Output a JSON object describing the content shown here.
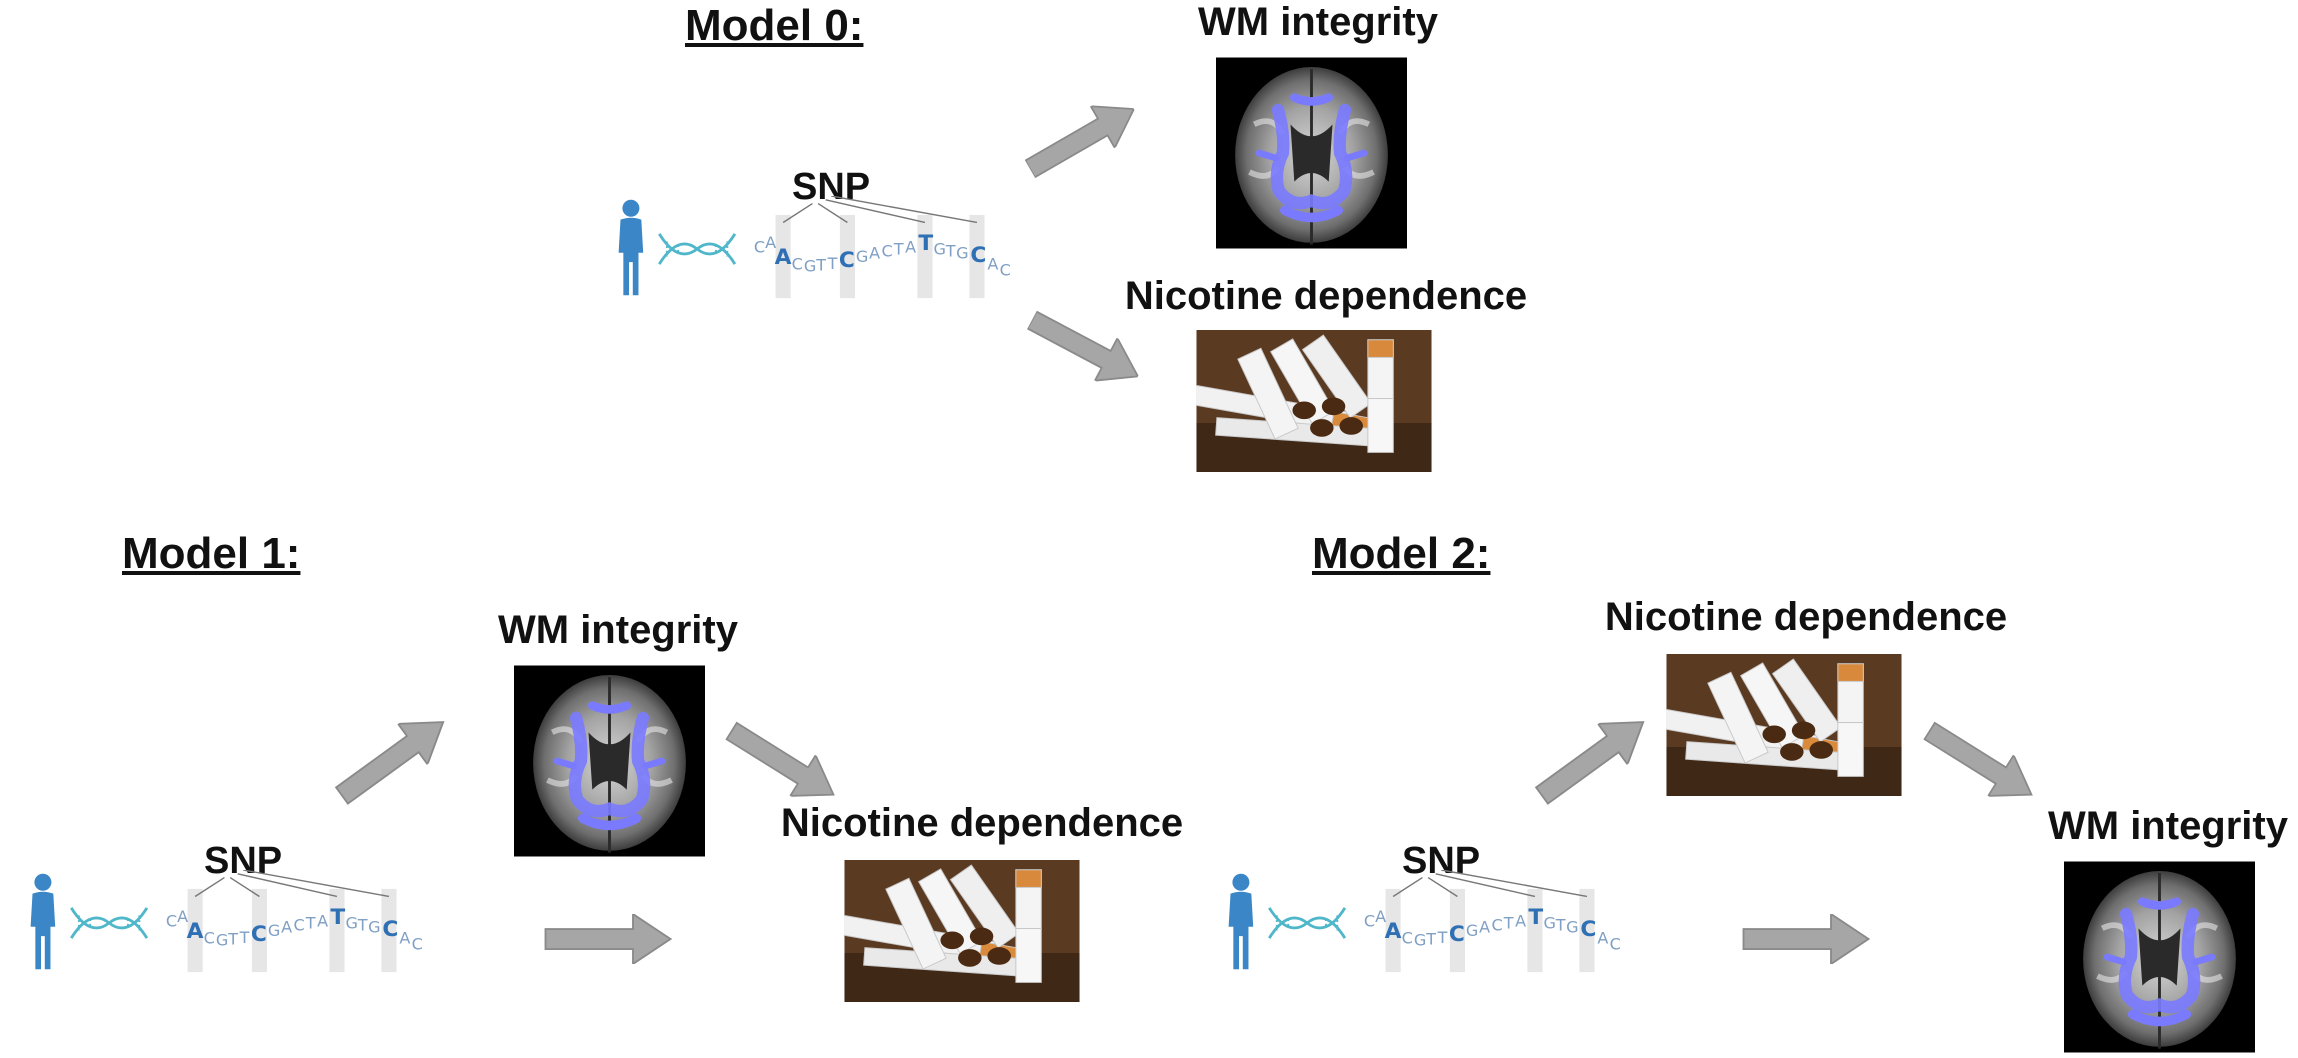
{
  "models": [
    {
      "title": "Model 0:",
      "snp_label": "SNP",
      "wm_label": "WM integrity",
      "nicotine_label": "Nicotine dependence"
    },
    {
      "title": "Model 1:",
      "snp_label": "SNP",
      "wm_label": "WM integrity",
      "nicotine_label": "Nicotine dependence"
    },
    {
      "title": "Model 2:",
      "snp_label": "SNP",
      "wm_label": "WM integrity",
      "nicotine_label": "Nicotine dependence"
    }
  ],
  "dna_sequence": [
    "C",
    "A",
    "A",
    "C",
    "G",
    "T",
    "T",
    "C",
    "G",
    "A",
    "C",
    "T",
    "A",
    "T",
    "G",
    "T",
    "G",
    "C",
    "A",
    "C"
  ],
  "highlighted_bases": [
    2,
    7,
    13,
    17
  ],
  "colors": {
    "arrow_fill": "#a6a6a6",
    "arrow_stroke": "#8a8a8a",
    "person": "#3b86c6",
    "dna_helix": "#4fb7c9",
    "wm_tract": "#7a7aff",
    "brain_gray": "#8c8c8c"
  }
}
